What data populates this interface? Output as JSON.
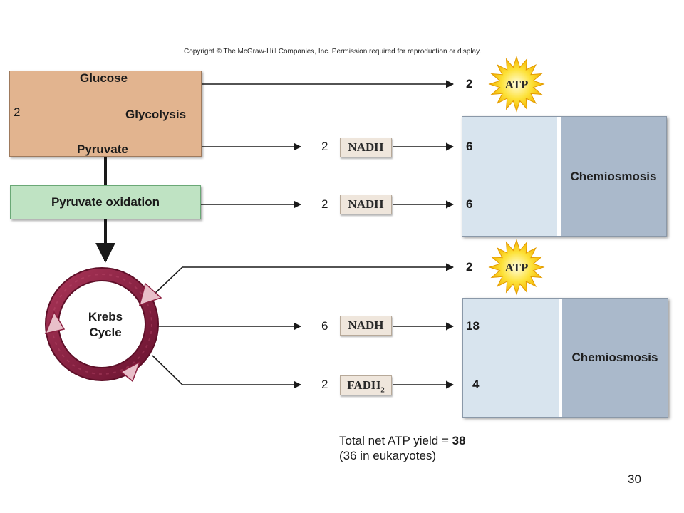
{
  "copyright": "Copyright © The McGraw-Hill Companies, Inc. Permission required for reproduction or display.",
  "glycolysis": {
    "top_label": "Glucose",
    "bottom_label": "Pyruvate",
    "process_label": "Glycolysis",
    "invest_count": "2",
    "atp_label": "ATP"
  },
  "pyruvate_oxidation": {
    "label": "Pyruvate oxidation"
  },
  "krebs": {
    "line1": "Krebs",
    "line2": "Cycle"
  },
  "carriers": [
    {
      "count": "2",
      "label": "NADH"
    },
    {
      "count": "2",
      "label": "NADH"
    },
    {
      "count": "6",
      "label": "NADH"
    },
    {
      "count": "2",
      "label": "FADH",
      "subscript": "2"
    }
  ],
  "atp_outputs": [
    {
      "count": "2",
      "label": "ATP"
    },
    {
      "count": "6",
      "label": "ATP"
    },
    {
      "count": "6",
      "label": "ATP"
    },
    {
      "count": "2",
      "label": "ATP"
    },
    {
      "count": "18",
      "label": "ATP"
    },
    {
      "count": "4",
      "label": "ATP"
    }
  ],
  "chemiosmosis": [
    "Chemiosmosis",
    "Chemiosmosis"
  ],
  "total": {
    "prefix": "Total net ATP yield = ",
    "value": "38",
    "note": "(36 in eukaryotes)"
  },
  "page_number": "30",
  "colors": {
    "glycolysis_fill": "#e2b48f",
    "pyruvate_fill": "#bfe3c3",
    "chemiosmosis_fill": "#aab9cb",
    "krebs_ring": "#8b1e3f",
    "atp_star": "#f7d21e"
  }
}
